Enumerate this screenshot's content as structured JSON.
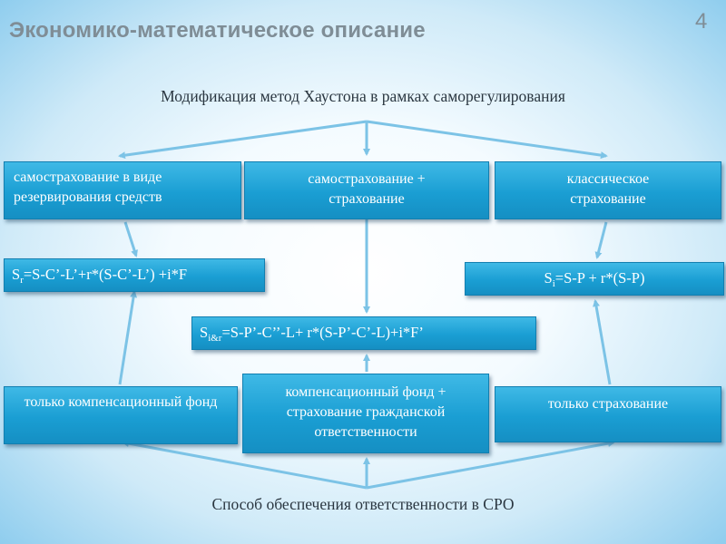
{
  "slide": {
    "title": "Экономико-математическое описание",
    "page_number": "4"
  },
  "top_heading": "Модификация метод Хаустона в рамках саморегулирования",
  "top_boxes": [
    {
      "label": "самострахование в виде резервирования средств"
    },
    {
      "label": "самострахование  + страхование"
    },
    {
      "label": "классическое страхование"
    }
  ],
  "formulas": {
    "left": {
      "s": "S",
      "sub": "r",
      "rest": "=S-C’-L’+r*(S-C’-L’) +i*F"
    },
    "center": {
      "s": "S",
      "sub": "i&r",
      "rest": "=S-P’-C’’-L+ r*(S-P’-C’-L)+i*F’"
    },
    "right": {
      "s": "S",
      "sub": "i",
      "rest": "=S-P + r*(S-P)"
    }
  },
  "bottom_boxes": [
    {
      "label": "только компенсационный фонд"
    },
    {
      "label": "компенсационный фонд + страхование гражданской ответственности"
    },
    {
      "label": "только страхование"
    }
  ],
  "bottom_heading": "Способ обеспечения ответственности в СРО",
  "colors": {
    "box_fill": "#1a9ed3",
    "arrow": "#7cc3e6",
    "title_text": "#7f8d96"
  }
}
